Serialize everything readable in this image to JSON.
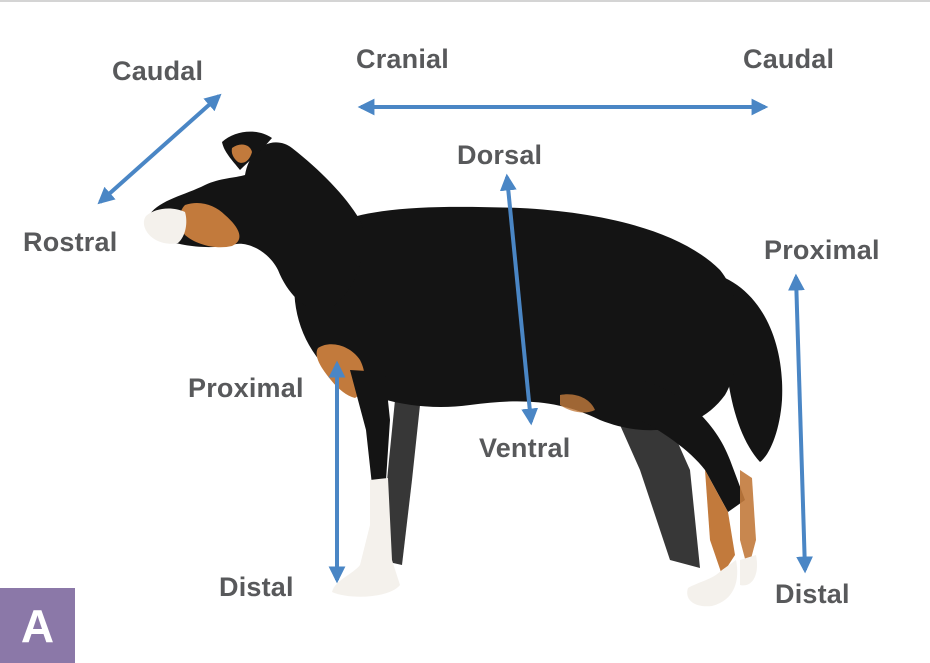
{
  "labels": {
    "caudal_head": "Caudal",
    "rostral": "Rostral",
    "cranial": "Cranial",
    "caudal_body": "Caudal",
    "dorsal": "Dorsal",
    "ventral": "Ventral",
    "proximal_front": "Proximal",
    "distal_front": "Distal",
    "proximal_hind": "Proximal",
    "distal_hind": "Distal"
  },
  "badge": {
    "text": "A",
    "color": "#8b78a8"
  },
  "colors": {
    "arrow": "#4a86c5",
    "label_text": "#58595b",
    "dog_coat": "#141414",
    "dog_tan": "#c27a3c",
    "dog_white": "#f4f1ec"
  }
}
